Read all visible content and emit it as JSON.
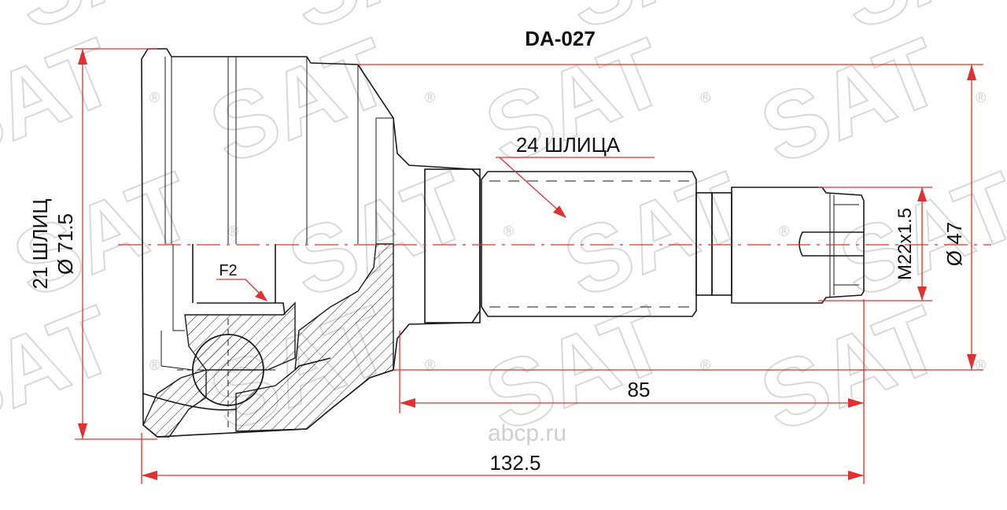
{
  "title": "DA-027",
  "watermark": {
    "brand_text": "SAT",
    "registered_mark": "®",
    "site_logo": "abcp.ru"
  },
  "labels": {
    "outer_splines": "21 ШЛИЦ",
    "outer_diameter": "Ø 71.5",
    "inner_splines": "24 ШЛИЦА",
    "thread": "M22x1.5",
    "seal_diameter": "Ø 47",
    "shaft_length": "85",
    "total_length": "132.5",
    "ring_mark": "F2"
  },
  "colors": {
    "dimension_lines": "#e03030",
    "outline": "#1a1a1a",
    "watermark": "#d8d8d8"
  }
}
